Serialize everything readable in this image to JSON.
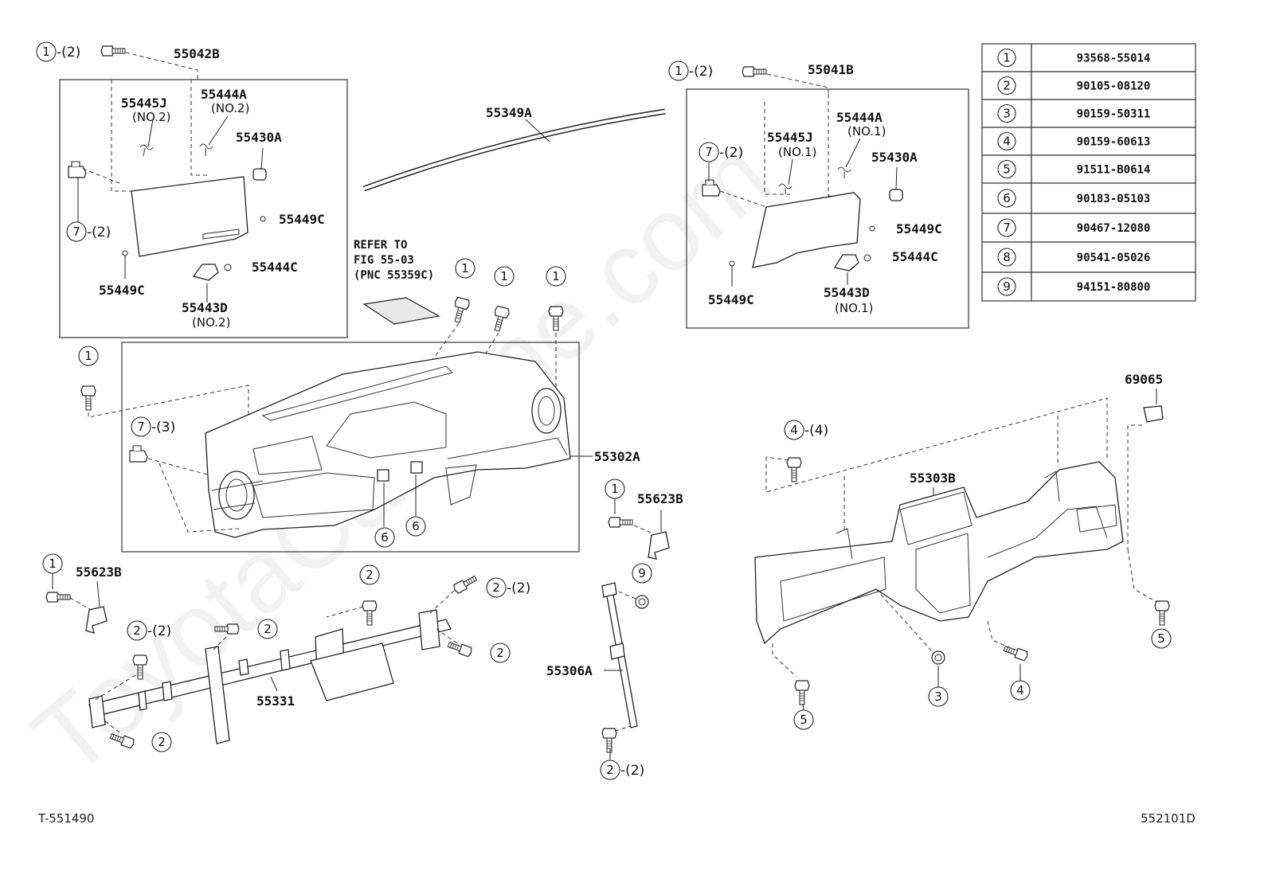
{
  "parts": {
    "p55042B": "55042B",
    "p55445J_l": "55445J",
    "p55444A_l": "55444A",
    "p55430A_l": "55430A",
    "p55449C_l1": "55449C",
    "p55449C_l2": "55449C",
    "p55444C_l": "55444C",
    "p55443D_l": "55443D",
    "p55349A": "55349A",
    "p55041B": "55041B",
    "p55445J_r": "55445J",
    "p55444A_r": "55444A",
    "p55430A_r": "55430A",
    "p55449C_r1": "55449C",
    "p55449C_r2": "55449C",
    "p55444C_r": "55444C",
    "p55443D_r": "55443D",
    "p55302A": "55302A",
    "p55623B_a": "55623B",
    "p55623B_b": "55623B",
    "p55331": "55331",
    "p55306A": "55306A",
    "p55303B": "55303B",
    "p69065": "69065"
  },
  "subs": {
    "no2_a": "(NO.2)",
    "no2_b": "(NO.2)",
    "no2_c": "(NO.2)",
    "no1_a": "(NO.1)",
    "no1_b": "(NO.1)",
    "no1_c": "(NO.1)"
  },
  "reference": {
    "line1": "REFER TO",
    "line2": "FIG 55-03",
    "line3": "(PNC 55359C)"
  },
  "quantities": {
    "q2": "-(2)",
    "q3": "-(3)",
    "q4": "-(4)"
  },
  "fastener_table": [
    {
      "key": "1",
      "part": "93568-55014"
    },
    {
      "key": "2",
      "part": "90105-08120"
    },
    {
      "key": "3",
      "part": "90159-50311"
    },
    {
      "key": "4",
      "part": "90159-60613"
    },
    {
      "key": "5",
      "part": "91511-B0614"
    },
    {
      "key": "6",
      "part": "90183-05103"
    },
    {
      "key": "7",
      "part": "90467-12080"
    },
    {
      "key": "8",
      "part": "90541-05026"
    },
    {
      "key": "9",
      "part": "94151-80800"
    }
  ],
  "footer": {
    "left": "T-551490",
    "right": "552101D"
  },
  "watermark": "ToyotaCarMine.com"
}
